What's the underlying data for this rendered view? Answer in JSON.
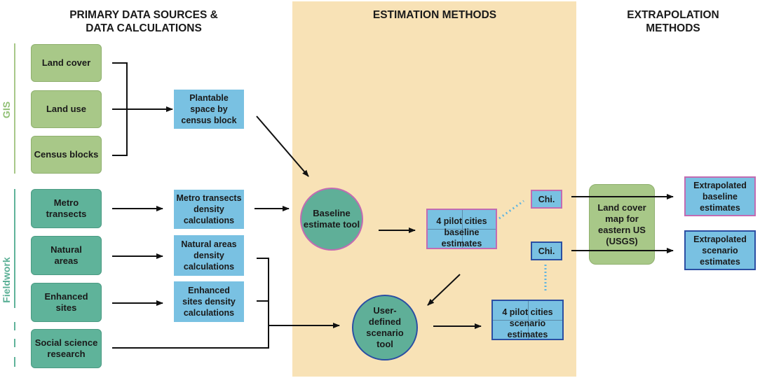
{
  "headers": {
    "primary": "PRIMARY DATA SOURCES &\nDATA CALCULATIONS",
    "estimation": "ESTIMATION METHODS",
    "extrapolation": "EXTRAPOLATION\nMETHODS"
  },
  "side_labels": {
    "gis": "GIS",
    "fieldwork": "Fieldwork"
  },
  "sources": {
    "land_cover": "Land cover",
    "land_use": "Land use",
    "census_blocks": "Census blocks",
    "metro_transects": "Metro\ntransects",
    "natural_areas": "Natural\nareas",
    "enhanced_sites": "Enhanced\nsites",
    "social_science": "Social science\nresearch"
  },
  "calculations": {
    "plantable_space": "Plantable\nspace by\ncensus block",
    "metro_density": "Metro transects\ndensity\ncalculations",
    "natural_density": "Natural areas\ndensity\ncalculations",
    "enhanced_density": "Enhanced\nsites density\ncalculations"
  },
  "tools": {
    "baseline": "Baseline\nestimate tool",
    "scenario": "User-\ndefined\nscenario\ntool"
  },
  "outputs": {
    "pilot_baseline": "4 pilot cities\nbaseline\nestimates",
    "pilot_scenario": "4 pilot cities\nscenario\nestimates",
    "chi_1": "Chi.",
    "chi_2": "Chi."
  },
  "extrapolation": {
    "land_cover_map": "Land cover\nmap for\neastern US\n(USGS)",
    "baseline": "Extrapolated\nbaseline\nestimates",
    "scenario": "Extrapolated\nscenario\nestimates"
  },
  "colors": {
    "gis_green": "#a8c888",
    "fieldwork_teal": "#5fb39a",
    "calc_blue": "#79c1e2",
    "estimation_bg": "#f8e2b6",
    "baseline_border": "#c26bb2",
    "scenario_border": "#2b4fa3",
    "gis_label": "#8fbf73",
    "fieldwork_label": "#5aaf95"
  }
}
